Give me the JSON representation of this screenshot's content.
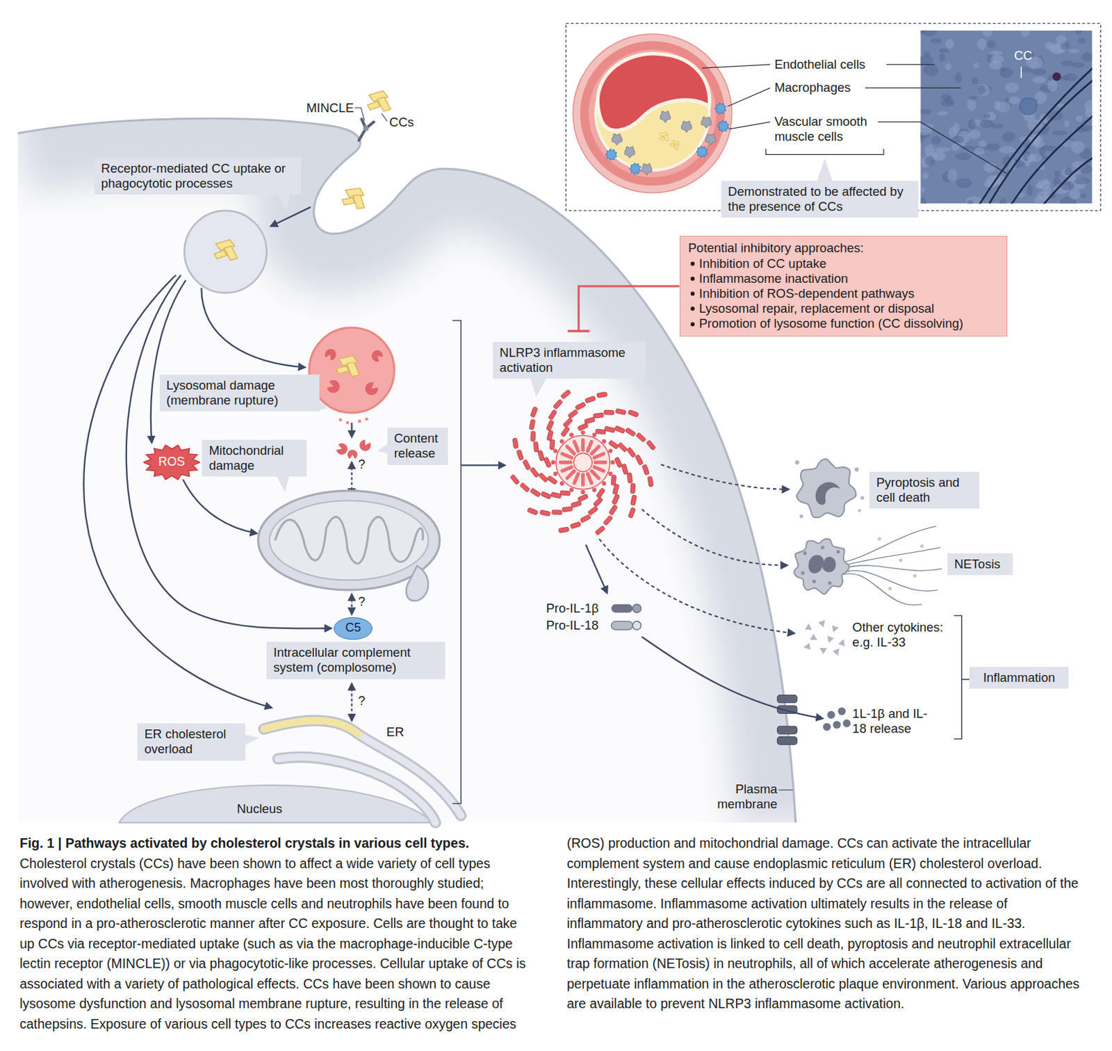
{
  "diagram": {
    "title": "Fig. 1 | Pathways activated by cholesterol crystals in various cell types.",
    "caption": "Cholesterol crystals (CCs) have been shown to affect a wide variety of cell types involved with atherogenesis. Macrophages have been most thoroughly studied; however, endothelial cells, smooth muscle cells and neutrophils have been found to respond in a pro-atherosclerotic manner after CC exposure. Cells are thought to take up CCs via receptor-mediated uptake (such as via the macrophage-inducible C-type lectin receptor (MINCLE)) or via phagocytotic-like processes. Cellular uptake of CCs is associated with a variety of pathological effects. CCs have been shown to cause lysosome dysfunction and lysosomal membrane rupture, resulting in the release of cathepsins. Exposure of various cell types to CCs increases reactive oxygen species (ROS) production and mitochondrial damage. CCs can activate the intracellular complement system and cause endoplasmic reticulum (ER) cholesterol overload. Interestingly, these cellular effects induced by CCs are all connected to activation of the inflammasome. Inflammasome activation ultimately results in the release of inflammatory and pro-atherosclerotic cytokines such as IL-1β, IL-18 and IL-33. Inflammasome activation is linked to cell death, pyroptosis and neutrophil extracellular trap formation (NETosis) in neutrophils, all of which accelerate atherogenesis and perpetuate inflammation in the atherosclerotic plaque environment. Various approaches are available to prevent NLRP3 inflammasome activation.",
    "nodes": [
      {
        "text": [
          "Receptor-mediated CC uptake or phagocytotic processes"
        ]
      },
      {
        "text": [
          "Lysosomal damage (membrane rupture)"
        ]
      },
      {
        "text": [
          "Content release"
        ]
      },
      {
        "text": [
          "ROS"
        ]
      },
      {
        "text": [
          "Mitochondrial damage"
        ]
      },
      {
        "text": [
          "C5"
        ]
      },
      {
        "text": [
          "Intracellular complement system (complosome)"
        ]
      },
      {
        "text": [
          "ER cholesterol overload"
        ]
      },
      {
        "text": [
          "NLRP3 inflammasome activation"
        ]
      },
      {
        "text": [
          "Potential inhibitory approaches:",
          "Inhibition of CC uptake",
          "Inflammasome inactivation",
          "Inhibition of ROS-dependent pathways",
          "Lysosomal repair, replacement or disposal",
          "Promotion of lysosome function (CC dissolving)"
        ]
      },
      {
        "text": [
          "Demonstrated to be affected by the presence of CCs"
        ]
      },
      {
        "text": [
          "Pyroptosis and cell death"
        ]
      },
      {
        "text": [
          "NETosis"
        ]
      },
      {
        "text": [
          "Inflammation"
        ]
      }
    ],
    "edges": [
      {
        "from": 9,
        "to": 8,
        "arrow": "to"
      }
    ],
    "labels": [
      "MINCLE",
      "CCs",
      "Endothelial cells",
      "Macrophages",
      "Vascular smooth muscle cells",
      "CC",
      "?",
      "?",
      "?",
      "ER",
      "Nucleus",
      "Pro-IL-1β",
      "Pro-IL-18",
      "Other cytokines: e.g. IL-33",
      "1L-1β and IL-18 release",
      "Plasma membrane"
    ]
  }
}
